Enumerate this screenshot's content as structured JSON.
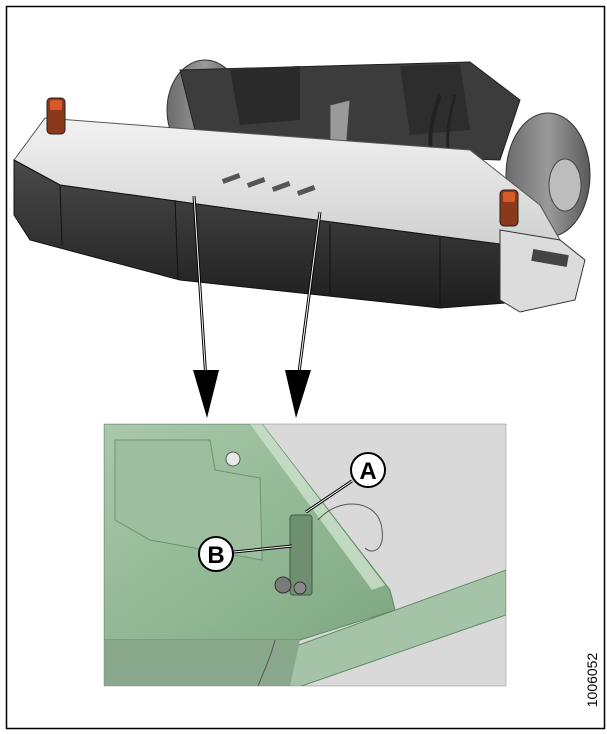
{
  "figure": {
    "id": "1006052",
    "callouts": [
      {
        "label": "A"
      },
      {
        "label": "B"
      }
    ],
    "colors": {
      "border": "#000000",
      "housing": "#3a3a3a",
      "deck_top": "#e6e6e6",
      "detail_green": "#8fb592",
      "detail_gray": "#cfcfcf"
    }
  }
}
